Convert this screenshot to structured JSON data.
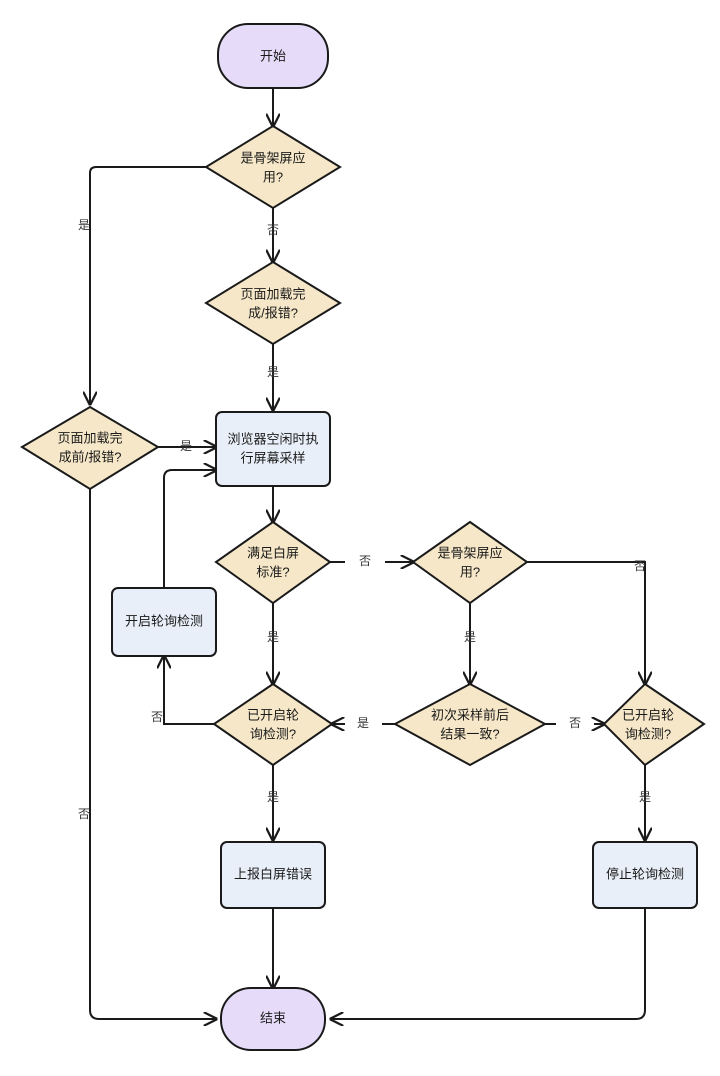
{
  "diagram": {
    "title": "白屏检测流程图",
    "type": "flowchart",
    "direction": "top-to-bottom",
    "colors": {
      "terminal_fill": "#e6dcfa",
      "process_fill": "#e9eff8",
      "decision_fill": "#f5e7c8",
      "stroke": "#1a1a1a",
      "background": "#ffffff",
      "edge_label_color": "#333333"
    }
  },
  "nodes": [
    {
      "id": "start",
      "label": "开始",
      "shape": "terminal"
    },
    {
      "id": "is_skeleton_1",
      "label": "是骨架屏应用?",
      "shape": "decision"
    },
    {
      "id": "page_loaded",
      "label": "页面加载完成/报错?",
      "shape": "decision"
    },
    {
      "id": "page_before_load",
      "label": "页面加载完成前/报错?",
      "shape": "decision"
    },
    {
      "id": "idle_sample",
      "label": "浏览器空闲时执行屏幕采样",
      "shape": "process"
    },
    {
      "id": "meets_blank",
      "label": "满足白屏标准?",
      "shape": "decision"
    },
    {
      "id": "is_skeleton_2",
      "label": "是骨架屏应用?",
      "shape": "decision"
    },
    {
      "id": "first_sample_eq",
      "label": "初次采样前后结果一致?",
      "shape": "decision"
    },
    {
      "id": "polling_on_right",
      "label": "已开启轮询检测?",
      "shape": "decision"
    },
    {
      "id": "polling_on_left",
      "label": "已开启轮询检测?",
      "shape": "decision"
    },
    {
      "id": "start_polling",
      "label": "开启轮询检测",
      "shape": "process"
    },
    {
      "id": "report_blank",
      "label": "上报白屏错误",
      "shape": "process"
    },
    {
      "id": "stop_polling",
      "label": "停止轮询检测",
      "shape": "process"
    },
    {
      "id": "end",
      "label": "结束",
      "shape": "terminal"
    }
  ],
  "node_text": {
    "start": "开始",
    "is_skeleton_1_l1": "是骨架屏应",
    "is_skeleton_1_l2": "用?",
    "page_loaded_l1": "页面加载完",
    "page_loaded_l2": "成/报错?",
    "page_before_load_l1": "页面加载完",
    "page_before_load_l2": "成前/报错?",
    "idle_sample_l1": "浏览器空闲时执",
    "idle_sample_l2": "行屏幕采样",
    "meets_blank_l1": "满足白屏",
    "meets_blank_l2": "标准?",
    "is_skeleton_2_l1": "是骨架屏应",
    "is_skeleton_2_l2": "用?",
    "first_sample_eq_l1": "初次采样前后",
    "first_sample_eq_l2": "结果一致?",
    "polling_on_right_l1": "已开启轮",
    "polling_on_right_l2": "询检测?",
    "polling_on_left_l1": "已开启轮",
    "polling_on_left_l2": "询检测?",
    "start_polling": "开启轮询检测",
    "report_blank": "上报白屏错误",
    "stop_polling": "停止轮询检测",
    "end": "结束"
  },
  "edges": [
    {
      "id": "e1",
      "from": "start",
      "to": "is_skeleton_1",
      "label": ""
    },
    {
      "id": "e2",
      "from": "is_skeleton_1",
      "to": "page_before_load",
      "label": "是"
    },
    {
      "id": "e3",
      "from": "is_skeleton_1",
      "to": "page_loaded",
      "label": "否"
    },
    {
      "id": "e4",
      "from": "page_loaded",
      "to": "idle_sample",
      "label": "是"
    },
    {
      "id": "e5",
      "from": "page_before_load",
      "to": "idle_sample",
      "label": "是"
    },
    {
      "id": "e6",
      "from": "page_before_load",
      "to": "end",
      "label": "否"
    },
    {
      "id": "e7",
      "from": "idle_sample",
      "to": "meets_blank",
      "label": ""
    },
    {
      "id": "e8",
      "from": "meets_blank",
      "to": "polling_on_left",
      "label": "是"
    },
    {
      "id": "e9",
      "from": "meets_blank",
      "to": "is_skeleton_2",
      "label": "否"
    },
    {
      "id": "e10",
      "from": "is_skeleton_2",
      "to": "first_sample_eq",
      "label": "是"
    },
    {
      "id": "e11",
      "from": "is_skeleton_2",
      "to": "polling_on_right",
      "label": "否"
    },
    {
      "id": "e12",
      "from": "first_sample_eq",
      "to": "polling_on_left",
      "label": "是"
    },
    {
      "id": "e13",
      "from": "first_sample_eq",
      "to": "polling_on_right",
      "label": "否"
    },
    {
      "id": "e14",
      "from": "polling_on_left",
      "to": "start_polling",
      "label": "否"
    },
    {
      "id": "e15",
      "from": "polling_on_left",
      "to": "report_blank",
      "label": "是"
    },
    {
      "id": "e16",
      "from": "start_polling",
      "to": "idle_sample",
      "label": ""
    },
    {
      "id": "e17",
      "from": "polling_on_right",
      "to": "stop_polling",
      "label": "是"
    },
    {
      "id": "e18",
      "from": "report_blank",
      "to": "end",
      "label": ""
    },
    {
      "id": "e19",
      "from": "stop_polling",
      "to": "end",
      "label": ""
    }
  ],
  "edge_labels": {
    "skeleton1_yes": "是",
    "skeleton1_no": "否",
    "page_loaded_yes": "是",
    "page_before_load_yes": "是",
    "page_before_load_no": "否",
    "meets_blank_yes": "是",
    "meets_blank_no": "否",
    "skeleton2_yes": "是",
    "skeleton2_no": "否",
    "first_sample_yes": "是",
    "first_sample_no": "否",
    "polling_left_no": "否",
    "polling_left_yes": "是",
    "polling_right_yes": "是"
  }
}
